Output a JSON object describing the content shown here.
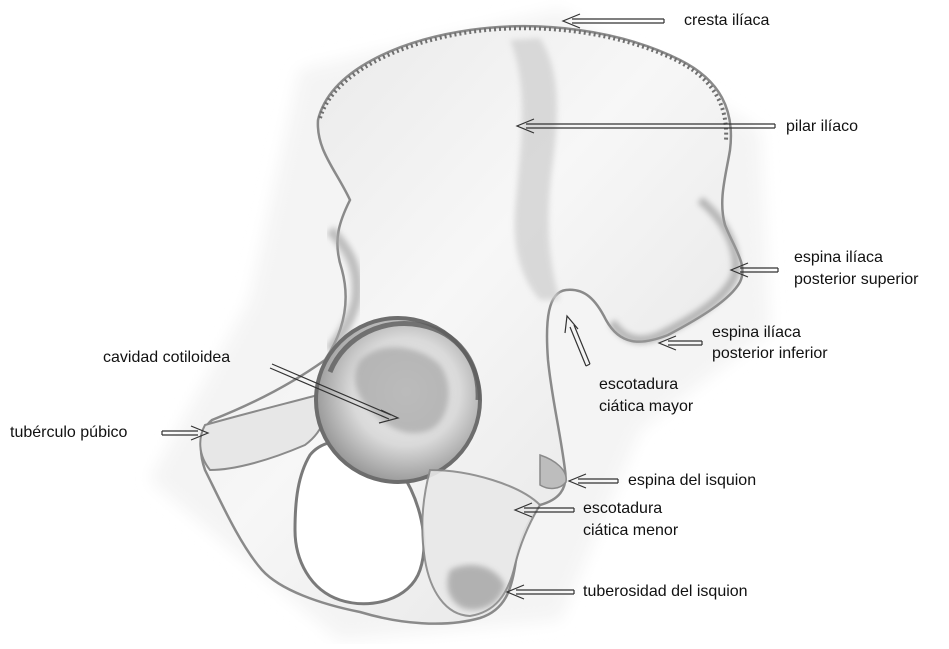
{
  "labels": {
    "cresta_iliaca": "cresta ilíaca",
    "pilar_iliaco": "pilar ilíaco",
    "espina_posterior_superior": [
      "espina ilíaca",
      "posterior superior"
    ],
    "espina_posterior_inferior": [
      "espina ilíaca",
      "posterior inferior"
    ],
    "cavidad_cotiloidea": "cavidad cotiloidea",
    "escotadura_mayor": [
      "escotadura",
      "ciática mayor"
    ],
    "tuberculo_pubico": "tubérculo púbico",
    "espina_isquion": "espina del isquion",
    "escotadura_menor": [
      "escotadura",
      "ciática menor"
    ],
    "tuberosidad_isquion": "tuberosidad del isquion"
  },
  "colors": {
    "bone_fill": "#ececec",
    "bone_shadow": "#b5b5b5",
    "bone_dark": "#7d7d7d",
    "arrow": "#333333",
    "text": "#111111"
  }
}
